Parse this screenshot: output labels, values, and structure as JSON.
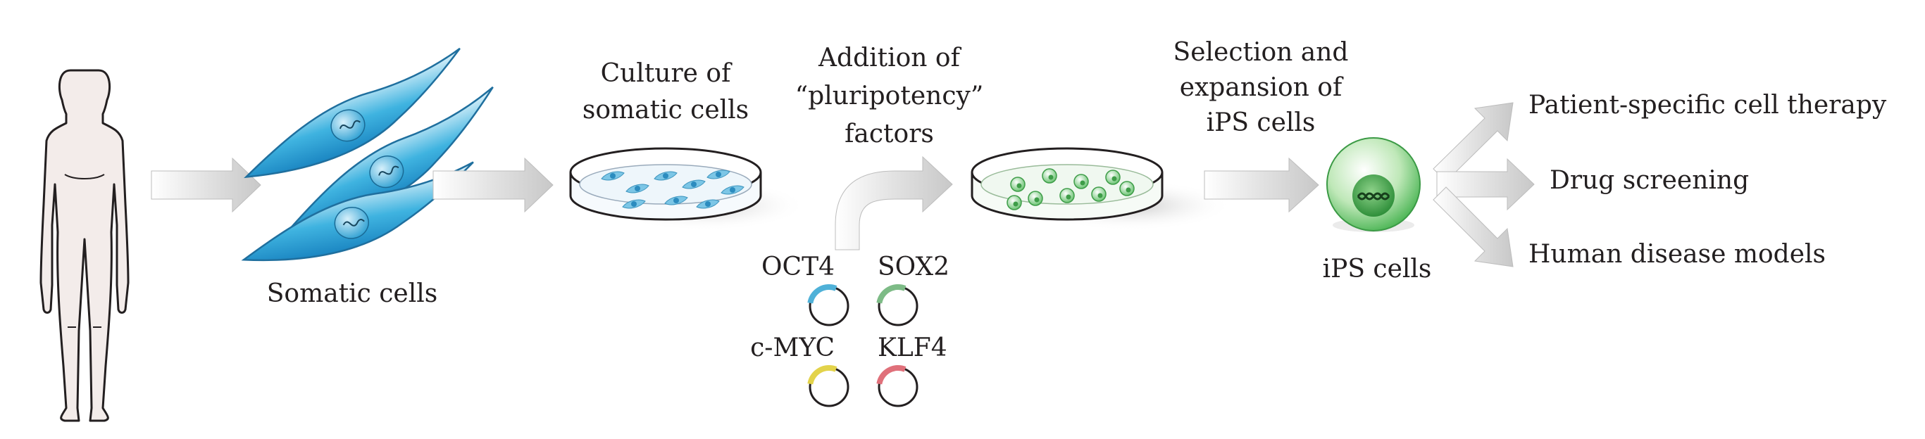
{
  "labels": {
    "somatic_cells": "Somatic cells",
    "culture_line1": "Culture of",
    "culture_line2": "somatic cells",
    "addition_line1": "Addition of",
    "addition_line2": "“pluripotency”",
    "addition_line3": "factors",
    "selection_line1": "Selection and",
    "selection_line2": "expansion of",
    "selection_line3": "iPS cells",
    "ips_cells": "iPS cells"
  },
  "factors": [
    {
      "name": "OCT4",
      "color": "#4fb1d8"
    },
    {
      "name": "SOX2",
      "color": "#7dbb86"
    },
    {
      "name": "c-MYC",
      "color": "#e3d34a"
    },
    {
      "name": "KLF4",
      "color": "#e0707a"
    }
  ],
  "applications": [
    "Patient-specific cell therapy",
    "Drug screening",
    "Human disease models"
  ],
  "colors": {
    "somatic_cell": "#2fa8d8",
    "ips_cell": "#4fbf5a",
    "arrow": "#d3d3d3",
    "outline": "#231f20"
  }
}
